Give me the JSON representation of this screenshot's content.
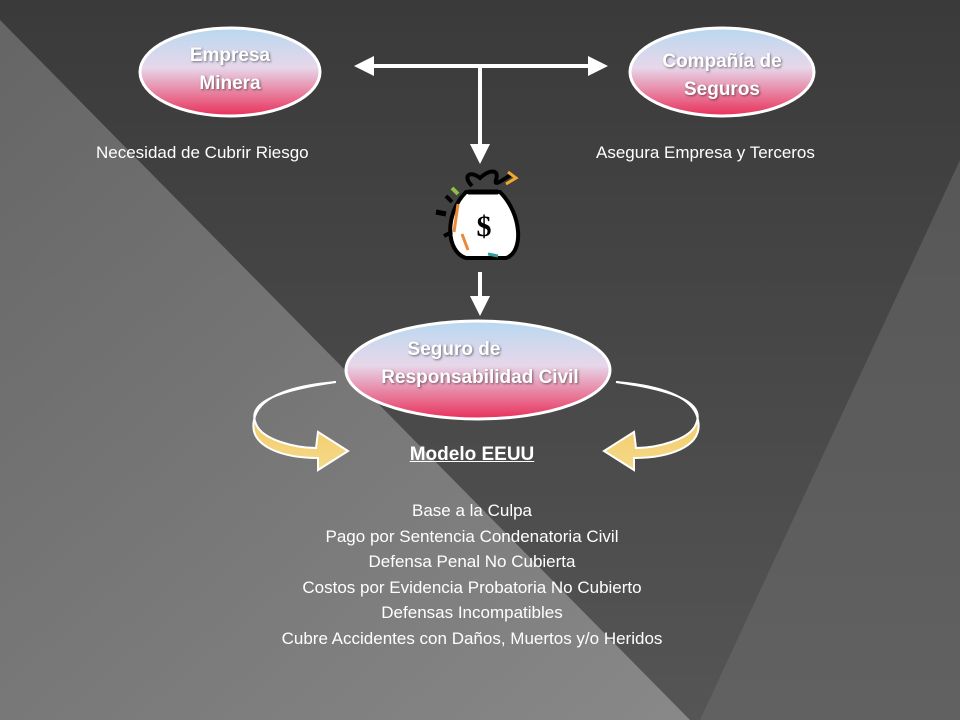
{
  "nodes": {
    "mining_company": {
      "line1": "Empresa",
      "line2": "Minera"
    },
    "insurance_company": {
      "line1": "Compañía de",
      "line2": "Seguros"
    },
    "liability_insurance": {
      "line1": "Seguro de",
      "line2": "Responsabilidad Civil"
    }
  },
  "captions": {
    "left": "Necesidad de Cubrir Riesgo",
    "right": "Asegura Empresa y Terceros"
  },
  "model": {
    "title": "Modelo EEUU",
    "features": [
      "Base a la Culpa",
      "Pago por Sentencia Condenatoria Civil",
      "Defensa Penal No Cubierta",
      "Costos por Evidencia Probatoria No Cubierto",
      "Defensas Incompatibles",
      "Cubre Accidentes con Daños, Muertos y/o Heridos"
    ]
  },
  "icons": {
    "money_bag": "money-bag-icon",
    "dollar_sign": "$"
  },
  "colors": {
    "background_dark": "#404040",
    "background_light": "#8a8a8a",
    "oval_top": "#b8d8f0",
    "oval_bottom": "#e8305a",
    "connector": "#ffffff",
    "curved_arrow": "#e8c060"
  }
}
